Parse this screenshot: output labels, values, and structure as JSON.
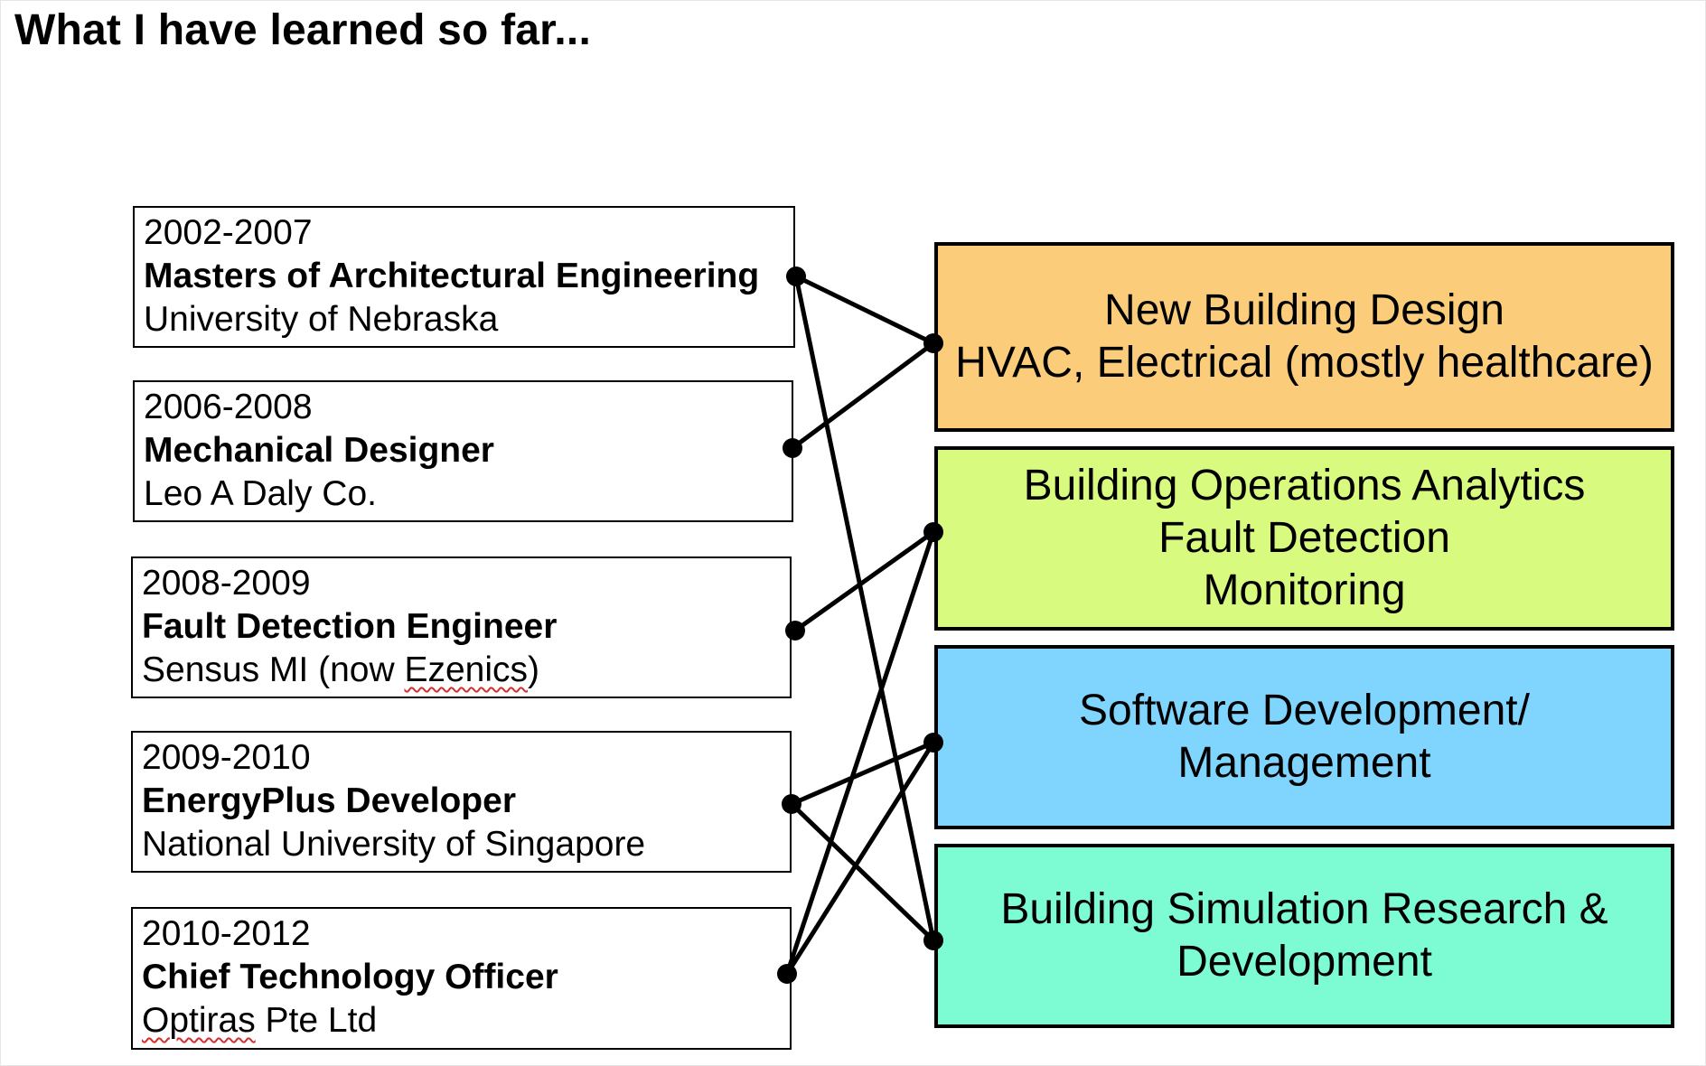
{
  "title": "What I have learned so far...",
  "roles": [
    {
      "years": "2002-2007",
      "role": "Masters of Architectural Engineering",
      "org": "University of Nebraska"
    },
    {
      "years": "2006-2008",
      "role": "Mechanical Designer",
      "org": "Leo A Daly Co."
    },
    {
      "years": "2008-2009",
      "role": "Fault Detection Engineer",
      "org_prefix": "Sensus MI (now ",
      "org_flagged": "Ezenics",
      "org_suffix": ")"
    },
    {
      "years": "2009-2010",
      "role": "EnergyPlus Developer",
      "org": "National University of Singapore"
    },
    {
      "years": "2010-2012",
      "role": "Chief Technology Officer",
      "org_flagged": "Optiras",
      "org_suffix": " Pte Ltd"
    }
  ],
  "areas": [
    {
      "lines": [
        "New Building Design",
        "HVAC, Electrical (mostly healthcare)"
      ],
      "color": "#fbcd7b"
    },
    {
      "lines": [
        "Building Operations Analytics",
        "Fault Detection",
        "Monitoring"
      ],
      "color": "#d8fa7e"
    },
    {
      "lines": [
        "Software Development/",
        "Management"
      ],
      "color": "#7fd5fd"
    },
    {
      "lines": [
        "Building Simulation Research &",
        "Development"
      ],
      "color": "#7dfcd4"
    }
  ],
  "connections": [
    {
      "role": 0,
      "area": 0
    },
    {
      "role": 0,
      "area": 3
    },
    {
      "role": 1,
      "area": 0
    },
    {
      "role": 2,
      "area": 1
    },
    {
      "role": 3,
      "area": 2
    },
    {
      "role": 3,
      "area": 3
    },
    {
      "role": 4,
      "area": 1
    },
    {
      "role": 4,
      "area": 2
    }
  ],
  "colors": {
    "line": "#000000",
    "spellcheck": "#d32f2f"
  }
}
